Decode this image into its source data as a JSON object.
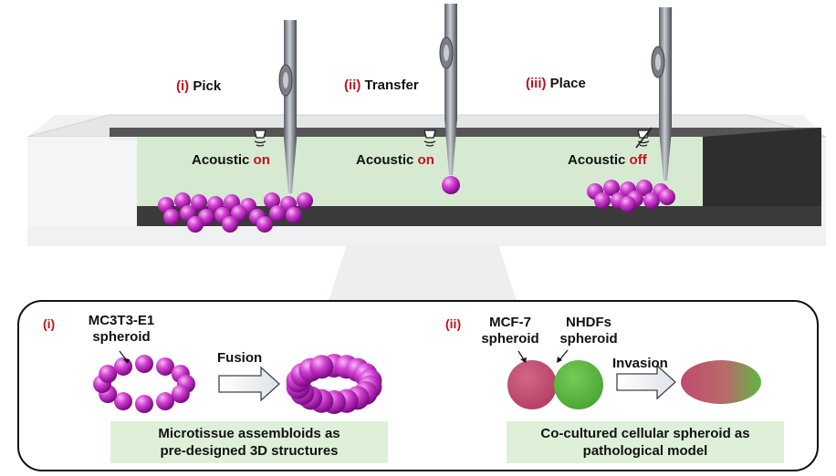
{
  "top": {
    "steps": [
      {
        "num": "(i)",
        "name": "Pick",
        "acoustic": "Acoustic",
        "state": "on"
      },
      {
        "num": "(ii)",
        "name": "Transfer",
        "acoustic": "Acoustic",
        "state": "on"
      },
      {
        "num": "(iii)",
        "name": "Place",
        "acoustic": "Acoustic",
        "state": "off"
      }
    ]
  },
  "bottom": {
    "left": {
      "num": "(i)",
      "spheroid_line1": "MC3T3-E1",
      "spheroid_line2": "spheroid",
      "arrow_label": "Fusion",
      "caption_line1": "Microtissue assembloids as",
      "caption_line2": "pre-designed 3D structures"
    },
    "right": {
      "num": "(ii)",
      "spheroid_a_line1": "MCF-7",
      "spheroid_a_line2": "spheroid",
      "spheroid_b_line1": "NHDFs",
      "spheroid_b_line2": "spheroid",
      "arrow_label": "Invasion",
      "caption_line1": "Co-cultured cellular spheroid as",
      "caption_line2": "pathological model"
    }
  },
  "colors": {
    "spheroid": "#c427c4",
    "on_off_text": "#c0121c",
    "medium": "#d6ead2",
    "tray_dark": "#3a3a3a",
    "mcf7": "#c04a6e",
    "nhdf": "#5cb843",
    "caption_bg": "#dff0d8"
  },
  "icons": [
    "transducer-icon",
    "transducer-off-icon",
    "needle-icon",
    "hollow-arrow-icon"
  ]
}
